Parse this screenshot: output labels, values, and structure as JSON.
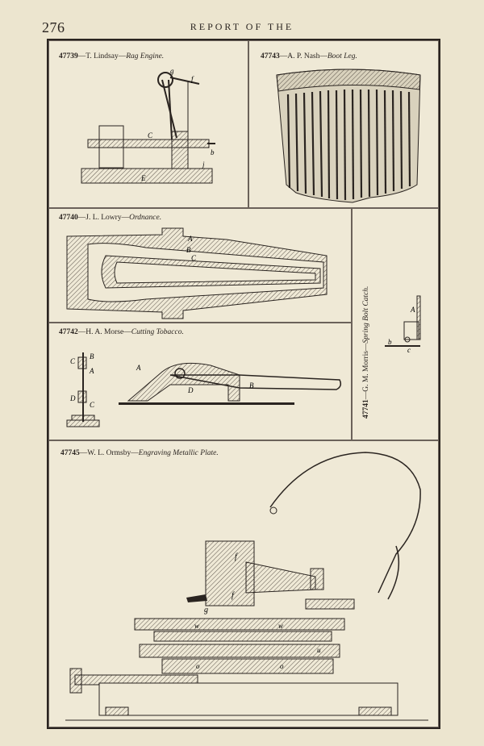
{
  "header": {
    "page_number": "276",
    "running_title": "REPORT OF THE"
  },
  "figures": [
    {
      "number": "47739",
      "inventor": "—T. Lindsay—",
      "title": "Rag Engine."
    },
    {
      "number": "47743",
      "inventor": "—A. P. Nash—",
      "title": "Boot Leg."
    },
    {
      "number": "47740",
      "inventor": "—J. L. Lowry—",
      "title": "Ordnance."
    },
    {
      "number": "47741",
      "inventor": "—G. M. Morris—",
      "title": "Spring Bolt Catch."
    },
    {
      "number": "47742",
      "inventor": "—H. A. Morse—",
      "title": "Cutting Tobacco."
    },
    {
      "number": "47745",
      "inventor": "—W. L. Ormsby—",
      "title": "Engraving Metallic Plate."
    }
  ],
  "figure_letters": {
    "rag_engine": [
      "g",
      "f",
      "C",
      "b",
      "j",
      "E"
    ],
    "ordnance": [
      "A",
      "B",
      "C"
    ],
    "spring_bolt": [
      "A",
      "b",
      "c"
    ],
    "tobacco": [
      "B",
      "C",
      "A",
      "D",
      "C",
      "B",
      "A",
      "D"
    ],
    "engraving": [
      "f",
      "f",
      "g",
      "w",
      "w",
      "u",
      "o",
      "o"
    ]
  }
}
